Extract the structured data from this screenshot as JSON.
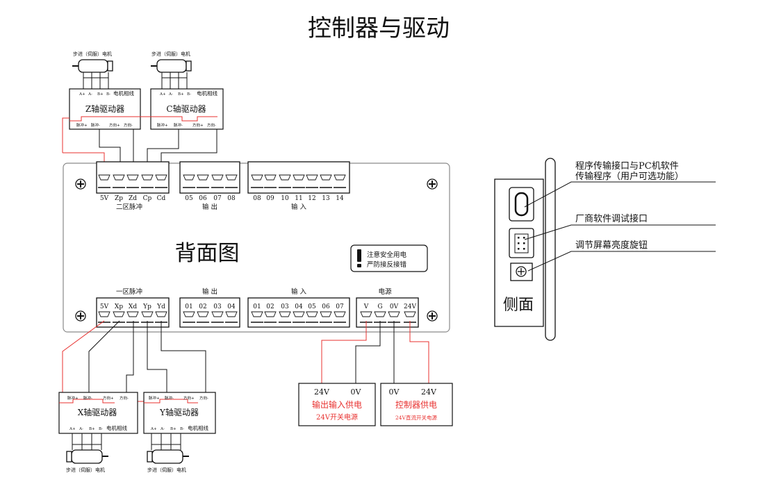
{
  "title": "控制器与驱动",
  "colors": {
    "wire_red": "#e8312f",
    "line": "#111111",
    "panel_border": "#8a8a8a"
  },
  "motor_label": "步进（伺服）电机",
  "phase_label": "电机相线",
  "driver_phase_pins": [
    "A+",
    "A-",
    "B+",
    "B-"
  ],
  "driver_signal_pins": [
    "脉冲+",
    "脉冲-",
    "方向+",
    "方向-"
  ],
  "drivers": {
    "z": "Z轴驱动器",
    "c": "C轴驱动器",
    "x": "X轴驱动器",
    "y": "Y轴驱动器"
  },
  "back_panel": {
    "label": "背面图",
    "top_row": {
      "pulse2": {
        "pins": [
          "5V",
          "Zp",
          "Zd",
          "Cp",
          "Cd"
        ],
        "label": "二区脉冲"
      },
      "output": {
        "pins": [
          "05",
          "06",
          "07",
          "08"
        ],
        "label": "输 出"
      },
      "input": {
        "pins": [
          "08",
          "09",
          "10",
          "11",
          "12",
          "13",
          "14"
        ],
        "label": "输 入"
      }
    },
    "bottom_row": {
      "pulse1": {
        "pins": [
          "5V",
          "Xp",
          "Xd",
          "Yp",
          "Yd"
        ],
        "label": "一区脉冲"
      },
      "output": {
        "pins": [
          "01",
          "02",
          "03",
          "04"
        ],
        "label": "输 出"
      },
      "input": {
        "pins": [
          "01",
          "02",
          "03",
          "04",
          "05",
          "06",
          "07"
        ],
        "label": "输 入"
      },
      "power": {
        "pins": [
          "V",
          "G",
          "0V",
          "24V"
        ],
        "label": "电源"
      }
    },
    "warning": [
      "注意安全用电",
      "严防接反接错"
    ],
    "warning_icon": "exclamation-icon",
    "mount_icon": "plus-circle-icon"
  },
  "supplies": {
    "io": {
      "terminals": [
        "24V",
        "0V"
      ],
      "title": "输出输入供电",
      "subtitle": "24V开关电源"
    },
    "controller": {
      "terminals": [
        "0V",
        "24V"
      ],
      "title": "控制器供电",
      "subtitle": "24V直流开关电源"
    }
  },
  "side_view": {
    "label": "侧面",
    "callouts": [
      "程序传输接口与PC机软件",
      "传输程序（用户可选功能）",
      "厂商软件调试接口",
      "调节屏幕亮度旋钮"
    ]
  }
}
